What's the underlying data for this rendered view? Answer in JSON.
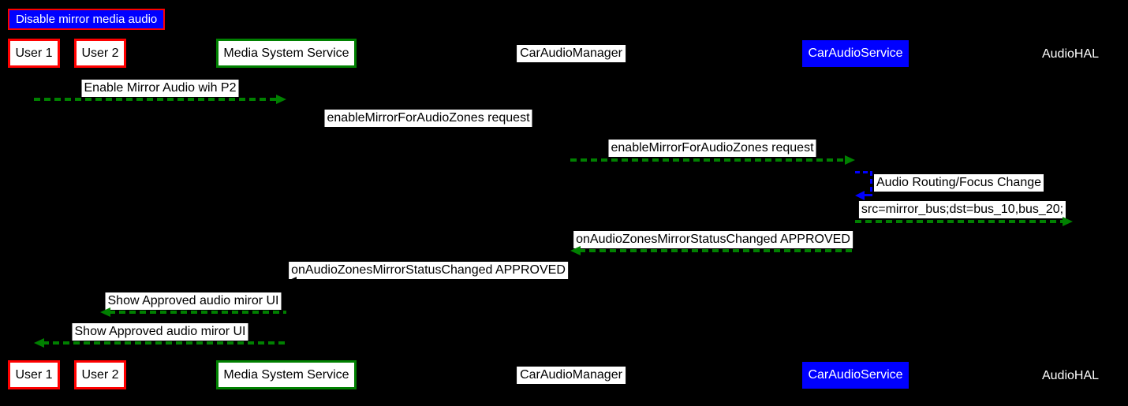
{
  "diagram": {
    "type": "sequence-diagram",
    "note": "Disable mirror media audio",
    "background_color": "#000000"
  },
  "colors": {
    "note_bg": "#0000ff",
    "note_border": "#ff0000",
    "actor_red_border": "#ff0000",
    "actor_green_border": "#008000",
    "actor_blue_bg": "#0000ff",
    "arrow_green": "#008000",
    "self_arrow_blue": "#0000ff",
    "label_bg": "#ffffff",
    "label_text": "#000000"
  },
  "actors": [
    {
      "label": "User 1",
      "style": "red-box"
    },
    {
      "label": "User 2",
      "style": "red-box"
    },
    {
      "label": "Media System Service",
      "style": "green-box"
    },
    {
      "label": "CarAudioManager",
      "style": "white-label"
    },
    {
      "label": "CarAudioService",
      "style": "blue-box"
    },
    {
      "label": "AudioHAL",
      "style": "text-only"
    }
  ],
  "messages": [
    {
      "label": "Enable Mirror Audio wih P2",
      "from": "User 1",
      "to": "Media System Service",
      "direction": "right",
      "line": "dashed",
      "arrow_color": "#008000"
    },
    {
      "label": "enableMirrorForAudioZones request",
      "from": "Media System Service",
      "to": "CarAudioManager",
      "direction": "right",
      "line": "dashed",
      "arrow_color": "#000000"
    },
    {
      "label": "enableMirrorForAudioZones request",
      "from": "CarAudioManager",
      "to": "CarAudioService",
      "direction": "right",
      "line": "dashed",
      "arrow_color": "#008000"
    },
    {
      "label": "Audio Routing/Focus Change",
      "from": "CarAudioService",
      "to": "CarAudioService",
      "direction": "self",
      "line": "dashed",
      "arrow_color": "#0000ff"
    },
    {
      "label": "src=mirror_bus;dst=bus_10,bus_20;",
      "from": "CarAudioService",
      "to": "AudioHAL",
      "direction": "right",
      "line": "dashed",
      "arrow_color": "#008000"
    },
    {
      "label": "onAudioZonesMirrorStatusChanged APPROVED",
      "from": "CarAudioService",
      "to": "CarAudioManager",
      "direction": "left",
      "line": "dashed",
      "arrow_color": "#008000"
    },
    {
      "label": "onAudioZonesMirrorStatusChanged APPROVED",
      "from": "CarAudioManager",
      "to": "Media System Service",
      "direction": "left",
      "line": "dashed",
      "arrow_color": "#000000"
    },
    {
      "label": "Show Approved audio miror UI",
      "from": "Media System Service",
      "to": "User 2",
      "direction": "left",
      "line": "dashed",
      "arrow_color": "#008000"
    },
    {
      "label": "Show Approved audio miror UI",
      "from": "Media System Service",
      "to": "User 1",
      "direction": "left",
      "line": "dashed",
      "arrow_color": "#008000"
    }
  ]
}
